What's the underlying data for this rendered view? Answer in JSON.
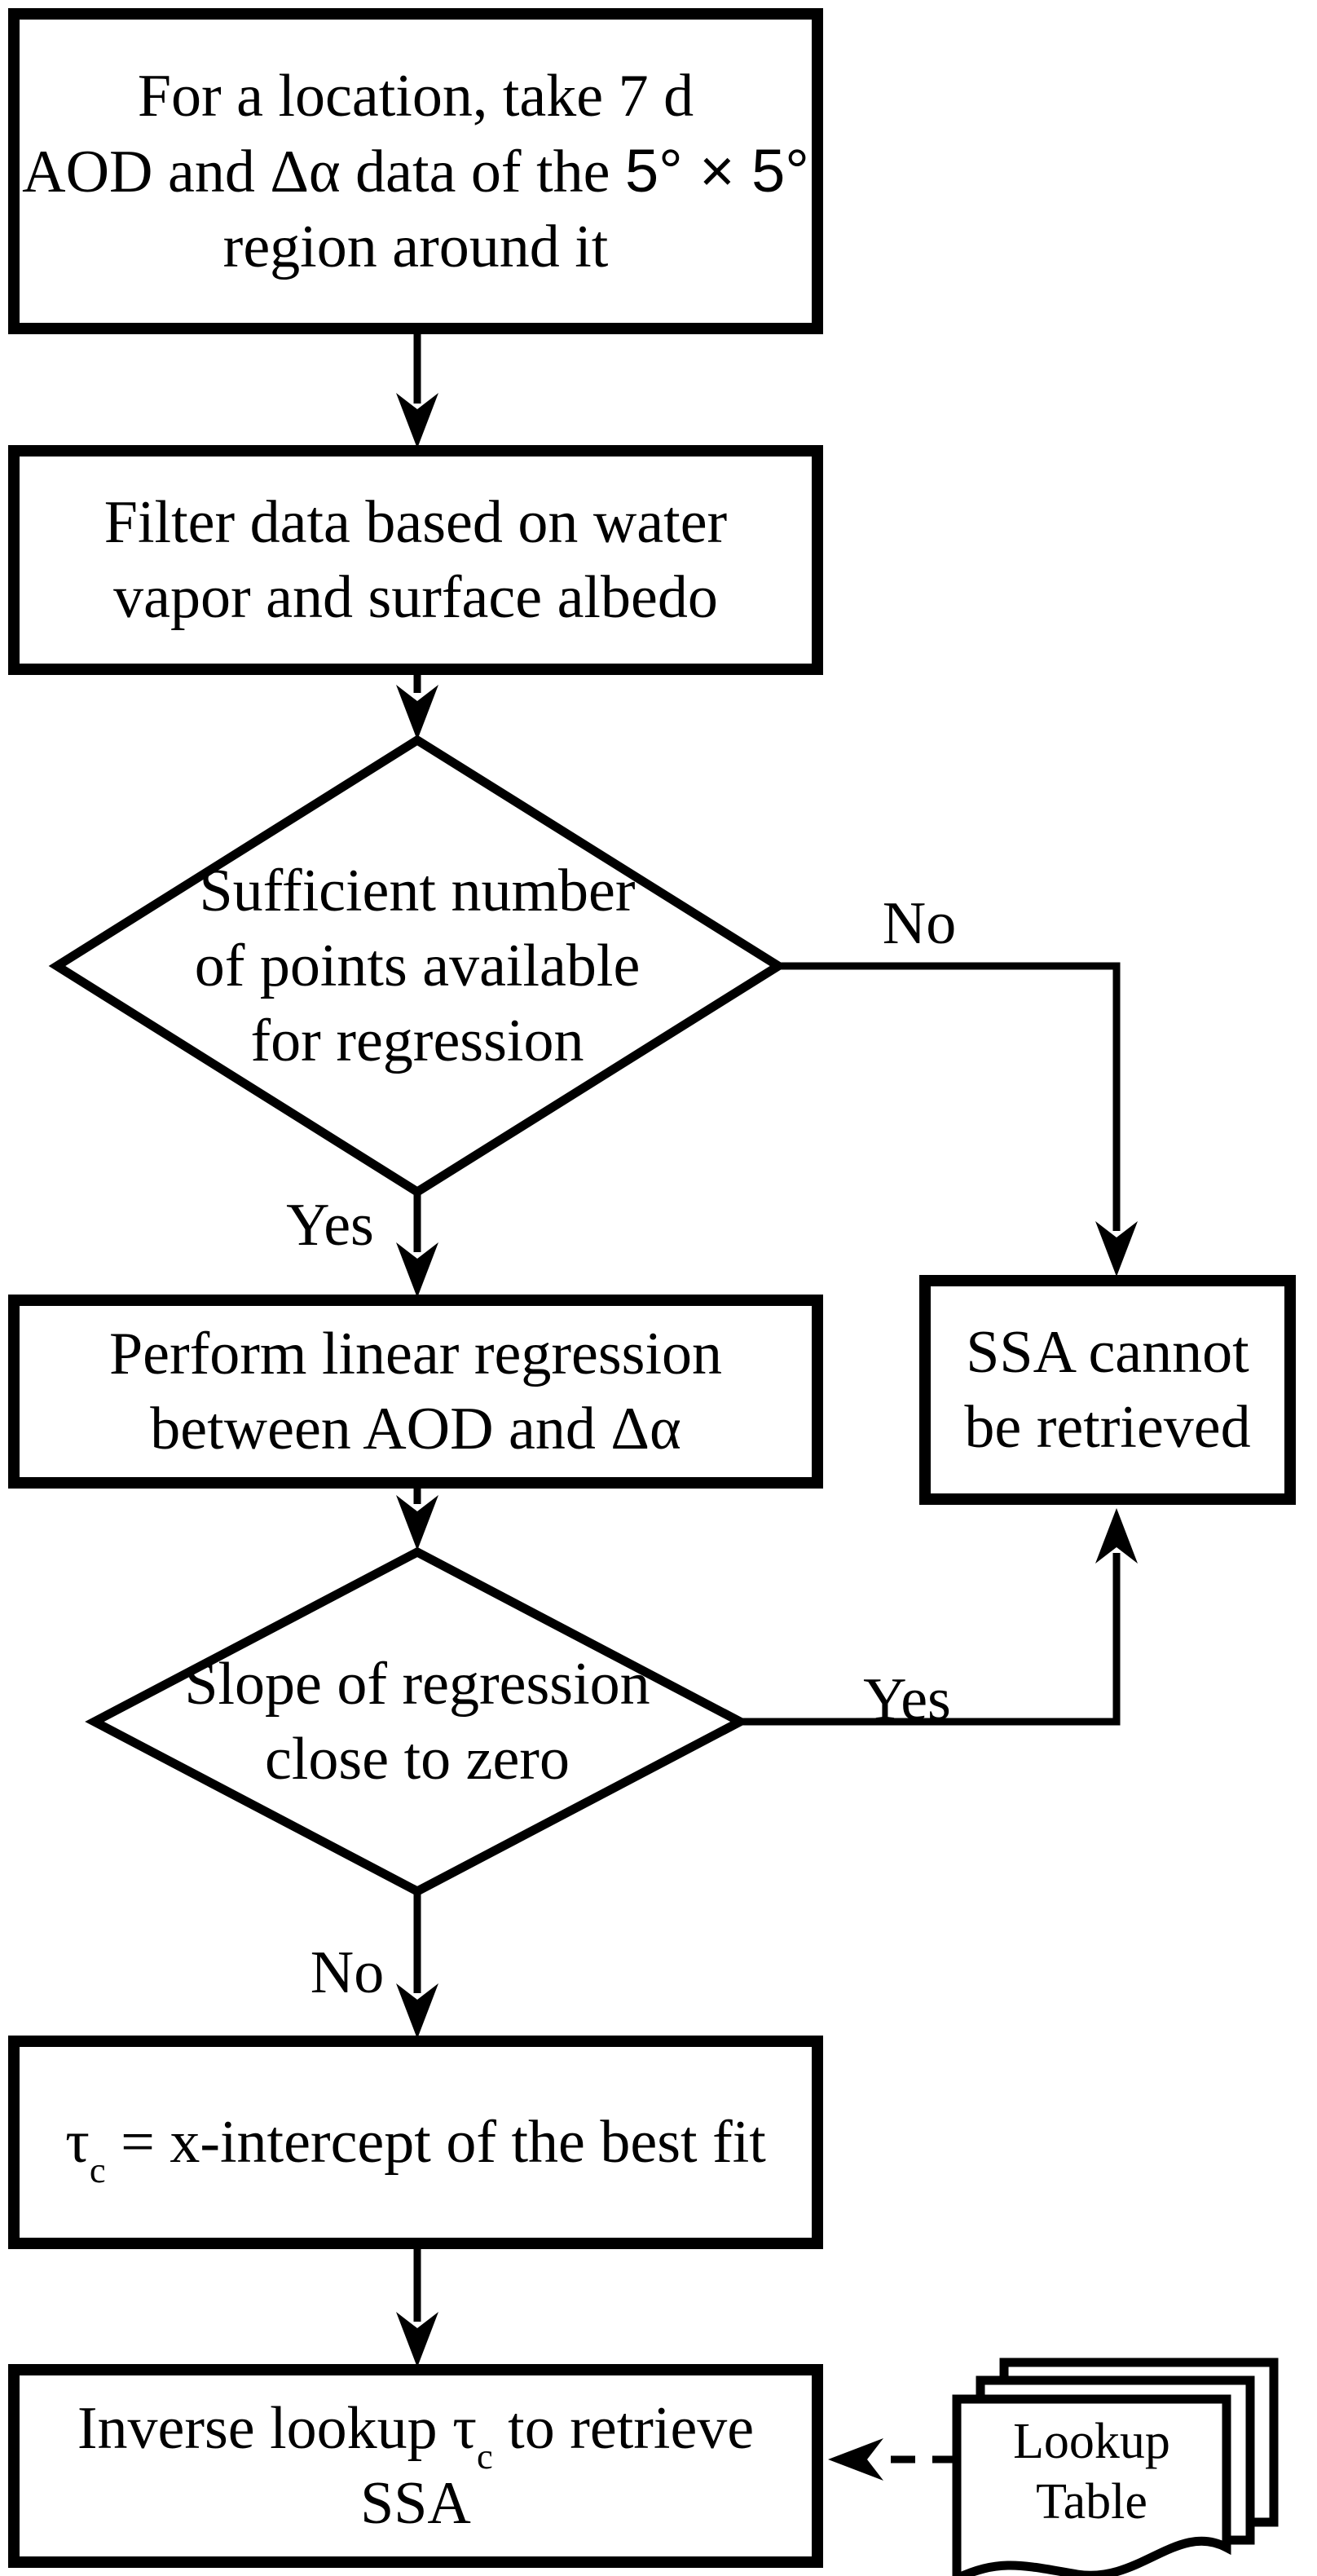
{
  "colors": {
    "ink": "#000000",
    "background": "#ffffff"
  },
  "nodes": {
    "take_data": {
      "line1": "For a location, take 7 d",
      "line2_prefix": "AOD and Δα data of the ",
      "line2_degrees": "5° × 5°",
      "line3": "region around it"
    },
    "filter_data": {
      "line1": "Filter data based on water",
      "line2": "vapor and surface albedo"
    },
    "sufficient_points": {
      "line1": "Sufficient number",
      "line2": "of points available",
      "line3": "for regression"
    },
    "ssa_cannot": {
      "line1": "SSA cannot",
      "line2": "be retrieved"
    },
    "linear_regression": {
      "line1": "Perform linear regression",
      "line2": "between AOD and Δα"
    },
    "slope_zero": {
      "line1": "Slope of regression",
      "line2": "close to zero"
    },
    "x_intercept": {
      "tau": "τ",
      "sub": "c",
      "rest": " = x-intercept of the best fit"
    },
    "inverse_lookup": {
      "prefix": "Inverse lookup ",
      "tau": "τ",
      "sub": "c",
      "suffix": " to retrieve",
      "line2": "SSA"
    },
    "lookup_table": {
      "line1": "Lookup",
      "line2": "Table"
    }
  },
  "edge_labels": {
    "no_points": "No",
    "yes_points": "Yes",
    "yes_slope": "Yes",
    "no_slope": "No"
  }
}
